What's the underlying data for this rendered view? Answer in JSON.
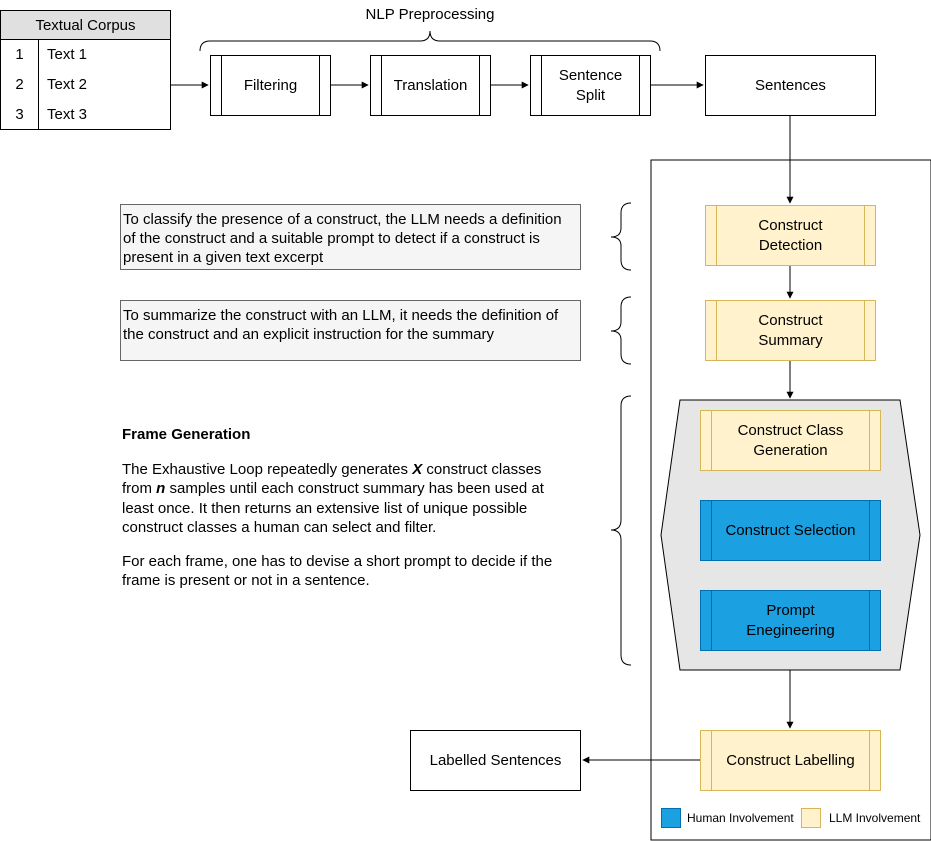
{
  "corpus": {
    "title": "Textual Corpus",
    "rows": [
      {
        "num": "1",
        "text": "Text 1"
      },
      {
        "num": "2",
        "text": "Text 2"
      },
      {
        "num": "3",
        "text": "Text 3"
      }
    ]
  },
  "preprocessing": {
    "label": "NLP Preprocessing",
    "steps": [
      "Filtering",
      "Translation",
      "Sentence Split"
    ]
  },
  "sentences_label": "Sentences",
  "pipeline": {
    "detection": "Construct Detection",
    "summary": "Construct Summary",
    "class_generation": "Construct Class Generation",
    "selection": "Construct Selection",
    "prompt_engineering": "Prompt Enegineering",
    "labelling": "Construct Labelling"
  },
  "output_label": "Labelled Sentences",
  "notes": {
    "detection": "To classify the presence of a construct, the LLM needs a definition of the construct and a suitable prompt to detect if a construct is present in a given text excerpt",
    "summary": "To summarize the construct with an LLM, it needs the definition of the construct and an explicit instruction for the summary"
  },
  "frame_generation": {
    "title": "Frame Generation",
    "para1_a": "The Exhaustive Loop repeatedly generates ",
    "para1_x": "X",
    "para1_b": " construct classes from ",
    "para1_n": "n",
    "para1_c": " samples until each construct summary has been used at least once. It then returns an extensive list of unique possible construct classes a human can select and filter.",
    "para2": "For each frame, one has to devise a short prompt to decide if the frame is present or not in a sentence."
  },
  "legend": {
    "human": "Human Involvement",
    "llm": "LLM Involvement"
  },
  "colors": {
    "llm_fill": "#fff2cc",
    "llm_border": "#d6b656",
    "human_fill": "#1ba1e2",
    "human_border": "#006eaf",
    "note_fill": "#f5f5f5",
    "frame_fill": "#e6e6e6"
  }
}
